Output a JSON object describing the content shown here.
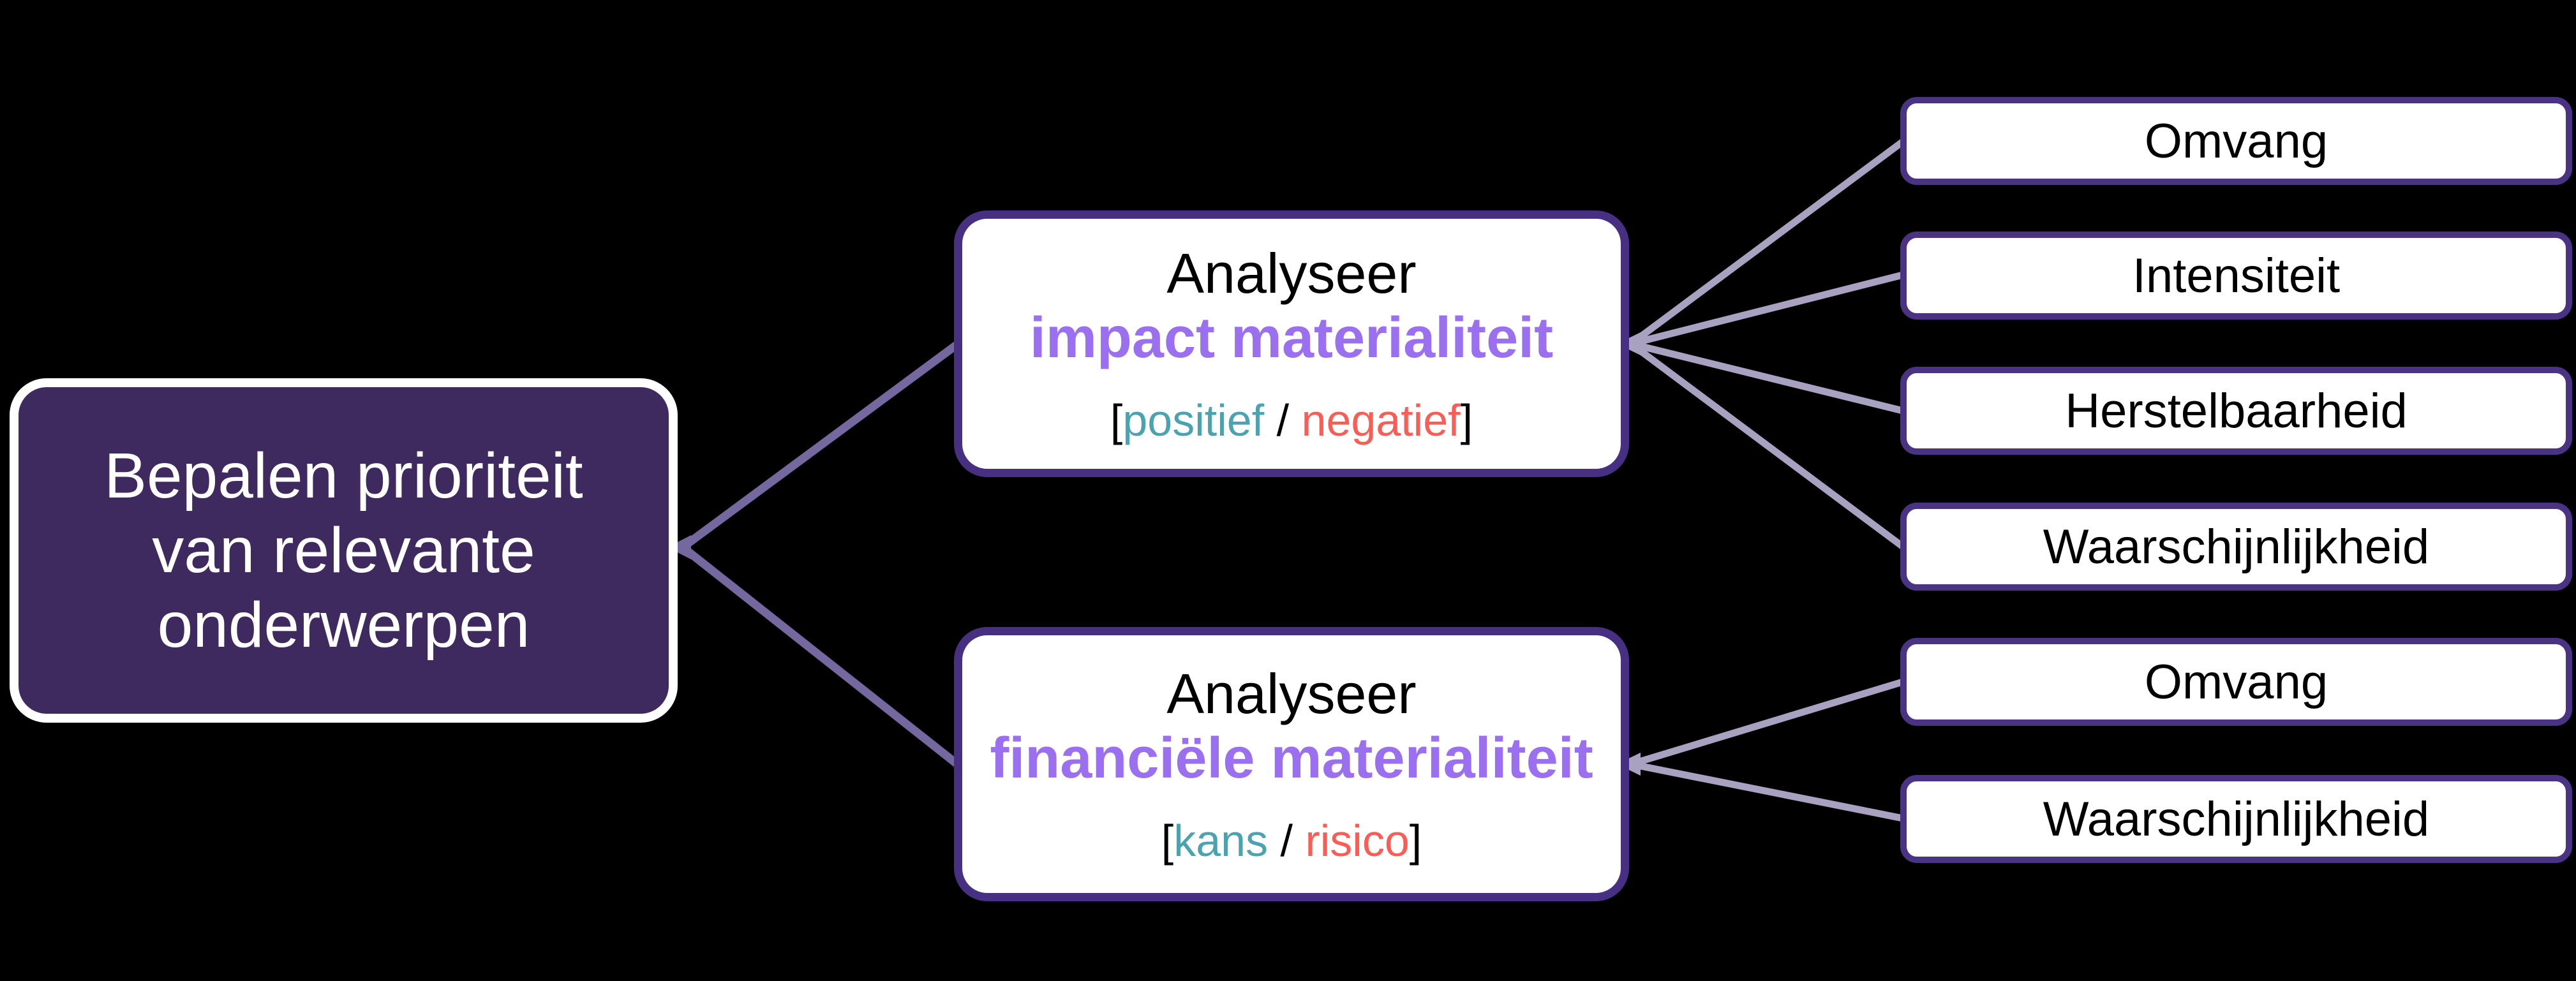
{
  "colors": {
    "bg": "#000000",
    "root-fill": "#3f2a60",
    "root-border": "#ffffff",
    "node-border": "#472f82",
    "factor-border": "#4b3384",
    "connector-dark": "#75689f",
    "connector-light": "#a9a1c0",
    "accent-purple": "#9b70f0",
    "positive-teal": "#4ba3b0",
    "negative-coral": "#fa5d55",
    "text-dark": "#000000",
    "text-light": "#ffffff"
  },
  "diagram": {
    "root_label": "Bepalen prioriteit\nvan relevante\nonderwerpen",
    "branches": [
      {
        "title": "Analyseer",
        "subtitle": "impact materialiteit",
        "bracket": {
          "open": "[",
          "option_a": "positief",
          "separator": " / ",
          "option_b": "negatief",
          "close": "]"
        },
        "factors": [
          "Omvang",
          "Intensiteit",
          "Herstelbaarheid",
          "Waarschijnlijkheid"
        ]
      },
      {
        "title": "Analyseer",
        "subtitle": "financiële materialiteit",
        "bracket": {
          "open": "[",
          "option_a": "kans",
          "separator": " / ",
          "option_b": "risico",
          "close": "]"
        },
        "factors": [
          "Omvang",
          "Waarschijnlijkheid"
        ]
      }
    ]
  }
}
